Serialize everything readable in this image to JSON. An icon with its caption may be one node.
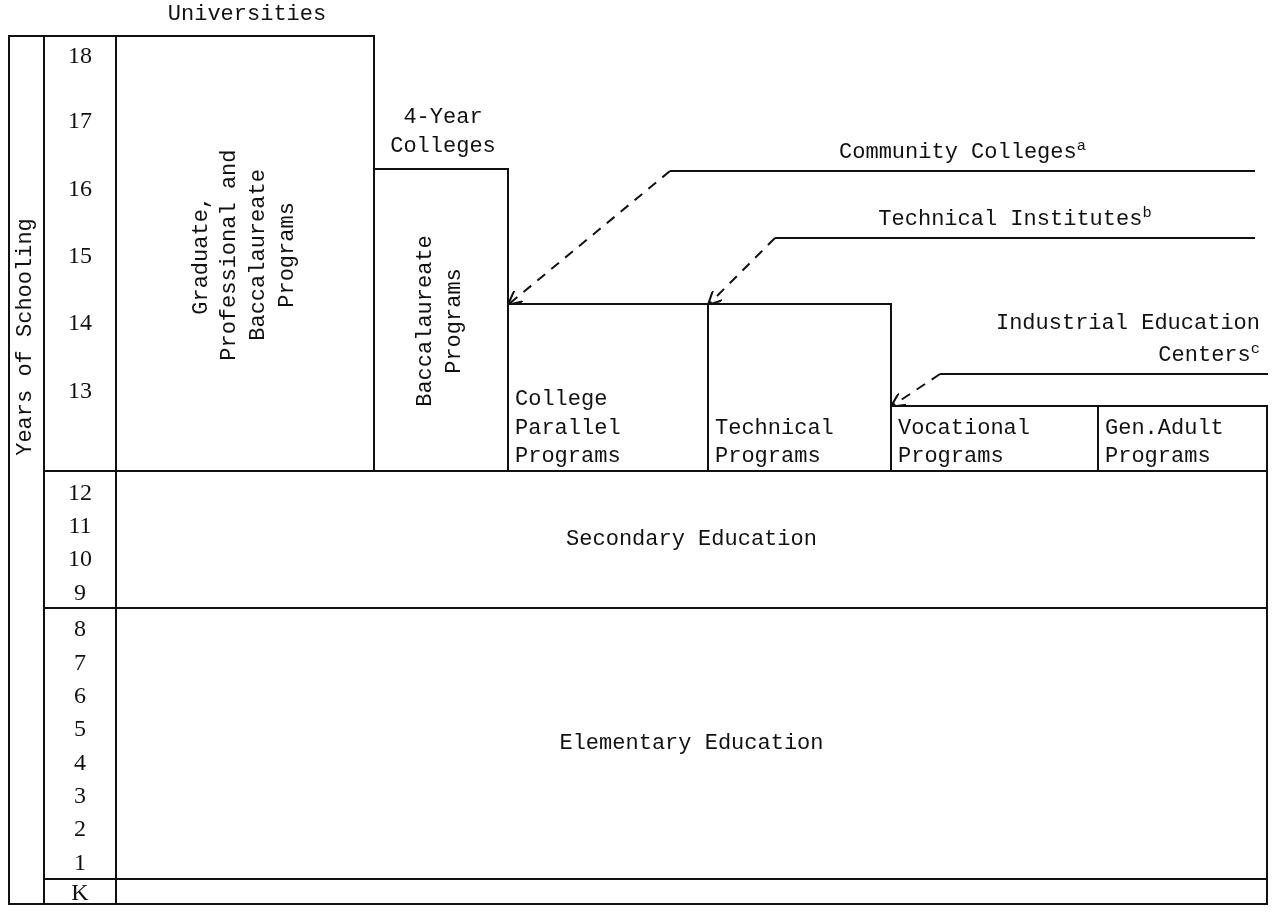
{
  "diagram": {
    "nodes": [
      {
        "text": [
          "Universities",
          "Graduate, Professional and Baccalaureate Programs"
        ]
      },
      {
        "text": [
          "4-Year Colleges",
          "Baccalaureate Programs"
        ]
      },
      {
        "text": [
          "Community Colleges$^{a}$"
        ]
      },
      {
        "text": [
          "College Parallel Programs"
        ]
      },
      {
        "text": [
          "Technical Institutes$^{b}$"
        ]
      },
      {
        "text": [
          "Technical Programs"
        ]
      },
      {
        "text": [
          "Industrial Education Centers$^{c}$"
        ]
      },
      {
        "text": [
          "Vocational Programs"
        ]
      },
      {
        "text": [
          "Gen.Adult Programs"
        ]
      },
      {
        "text": [
          "Secondary Education"
        ]
      },
      {
        "text": [
          "Elementary Education"
        ]
      },
      {
        "text": [],
        "shape": "box"
      }
    ],
    "edges": [
      {
        "from": 2,
        "to": 3,
        "arrow": "to",
        "style": "dashed"
      },
      {
        "from": 4,
        "to": 5,
        "arrow": "to",
        "style": "dashed"
      },
      {
        "from": 6,
        "to": 7,
        "arrow": "to",
        "style": "dashed"
      }
    ],
    "labels": [
      "Years of Schooling",
      "18",
      "17",
      "16",
      "15",
      "14",
      "13",
      "12",
      "11",
      "10",
      "9",
      "8",
      "7",
      "6",
      "5",
      "4",
      "3",
      "2",
      "1",
      "K"
    ]
  }
}
